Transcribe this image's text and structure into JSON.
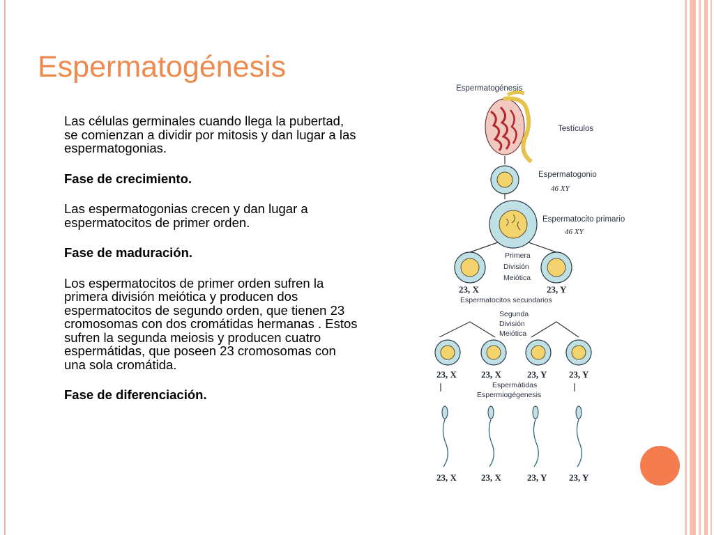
{
  "slide": {
    "title": "Espermatogénesis",
    "paragraphs": [
      "Las células germinales  cuando llega la pubertad, se comienzan a dividir por mitosis y dan lugar a las espermatogonias.",
      "Fase de crecimiento.",
      "Las espermatogonias crecen y dan lugar a espermatocitos de primer orden.",
      "Fase de maduración.",
      "Los espermatocitos de primer orden sufren la primera división meiótica y producen dos espermatocitos de segundo orden, que tienen 23 cromosomas con dos cromátidas hermanas . Estos sufren la segunda meiosis y producen cuatro espermátidas, que poseen 23 cromosomas con una sola cromátida.",
      "Fase de diferenciación."
    ]
  },
  "figure": {
    "title": "Espermatogénesis",
    "testis_label": "Testículos",
    "spermatogonium_label": "Espermatogonio",
    "spermatogonium_karyotype": "46 XY",
    "primary_label": "Espermatocito primario",
    "primary_karyotype": "46 XY",
    "first_division": [
      "Primera",
      "División",
      "Meiótica"
    ],
    "secondary_left_karyotype": "23, X",
    "secondary_right_karyotype": "23, Y",
    "secondary_label": "Espermatocitos secundarios",
    "second_division": [
      "Segunda",
      "División",
      "Meiótica"
    ],
    "spermatid_karyotypes": [
      "23, X",
      "23, X",
      "23, Y",
      "23, Y"
    ],
    "spermatid_label": "Espermátidas",
    "spermiogenesis_label": "Espermiogégenesis",
    "sperm_karyotypes": [
      "23, X",
      "23, X",
      "23, Y",
      "23, Y"
    ]
  },
  "colors": {
    "title": "#ef8a4f",
    "accent_circle": "#f47c4e",
    "border": "#f4b6a4"
  }
}
